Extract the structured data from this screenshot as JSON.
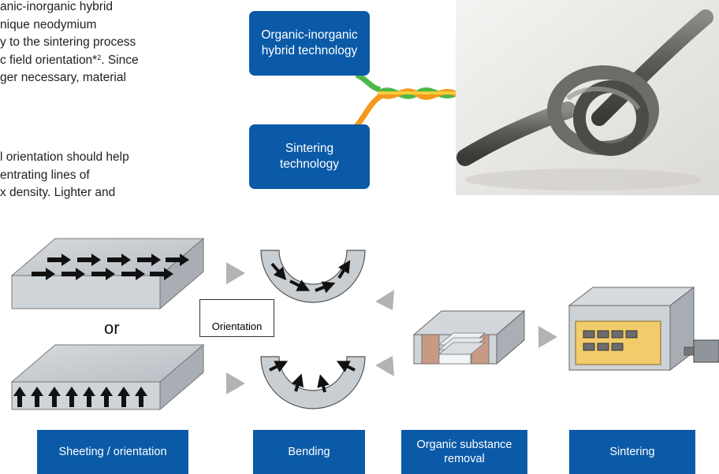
{
  "intro_lines": [
    "anic-inorganic hybrid",
    "nique neodymium",
    "y to the sintering process",
    "c field orientation*2. Since",
    "ger necessary, material"
  ],
  "para2_lines": [
    "l orientation should help",
    "entrating lines of",
    "x density. Lighter and"
  ],
  "tech_boxes": {
    "organic": "Organic-inorganic hybrid technology",
    "sintering": "Sintering technology"
  },
  "or_label": "or",
  "orientation_label": "Orientation",
  "steps": [
    "Sheeting / orientation",
    "Bending",
    "Organic substance removal",
    "Sintering"
  ],
  "colors": {
    "box_blue": "#0a5aa8",
    "strand_green": "#4db848",
    "strand_orange": "#f39a1e",
    "strand_yellow": "#f7d23a",
    "slab_gray": "#c9ced3",
    "oven_yellow": "#f2cb6a"
  }
}
